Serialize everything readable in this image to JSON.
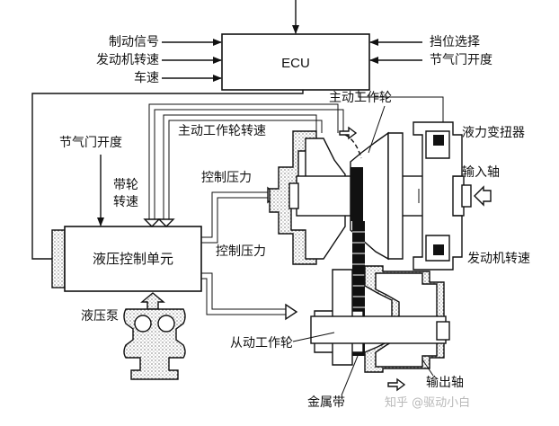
{
  "ecu_label": "ECU",
  "ecu_inputs_left": [
    "制动信号",
    "发动机转速",
    "车速"
  ],
  "ecu_inputs_right": [
    "挡位选择",
    "节气门开度"
  ],
  "hydraulic_unit_label": "液压控制单元",
  "hydraulic_unit_inputs": {
    "throttle": "节气门开度",
    "belt_speed_line1": "带轮",
    "belt_speed_line2": "转速"
  },
  "components": {
    "hydraulic_pump": "液压泵",
    "drive_pulley": "主动工作轮",
    "drive_pulley_speed": "主动工作轮转速",
    "control_pressure_1": "控制压力",
    "control_pressure_2": "控制压力",
    "torque_converter": "液力变扭器",
    "input_shaft": "输入轴",
    "engine_speed": "发动机转速",
    "driven_pulley": "从动工作轮",
    "output_shaft": "输出轴",
    "metal_belt": "金属带"
  },
  "watermark": "知乎 @驱动小白"
}
